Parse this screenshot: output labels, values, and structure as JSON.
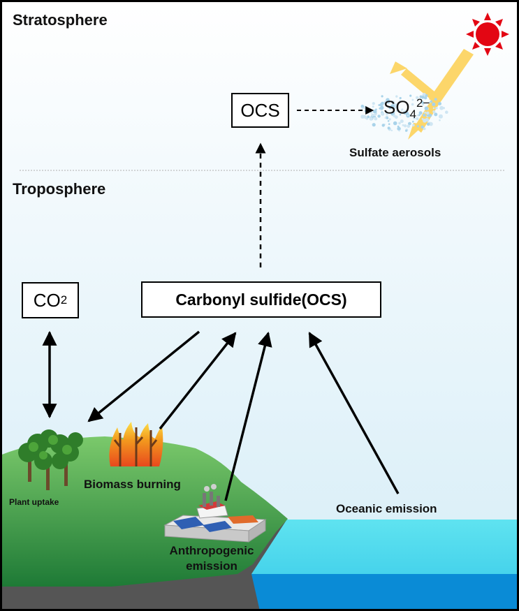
{
  "layers": {
    "upper": "Stratosphere",
    "lower": "Troposphere"
  },
  "molecules": {
    "ocs_box": "OCS",
    "sulfate_base": "SO",
    "sulfate_sub": "4",
    "sulfate_sup": "2−",
    "co2_base": "CO",
    "co2_sub": "2",
    "main_box": "Carbonyl sulfide(OCS)"
  },
  "labels": {
    "aerosols": "Sulfate aerosols",
    "biomass": "Biomass burning",
    "plant": "Plant uptake",
    "anthropogenic_line1": "Anthropogenic",
    "anthropogenic_line2": "emission",
    "oceanic": "Oceanic emission"
  },
  "colors": {
    "sky_top": "#ffffff",
    "sky_bottom": "#d6edf7",
    "hill_light": "#7bc96b",
    "hill_dark": "#1e7a36",
    "rock": "#555555",
    "ocean_top": "#5fe3f0",
    "ocean_deep": "#0a8bd6",
    "sun": "#e30613",
    "sunbeam": "#fcd66a",
    "aerosol": "#a9d3ea",
    "flame": "#f39a1e"
  },
  "icons": [
    "sun-icon",
    "sunlight-beam-icon",
    "aerosol-cloud-icon",
    "trees-icon",
    "fire-icon",
    "factory-icon"
  ]
}
